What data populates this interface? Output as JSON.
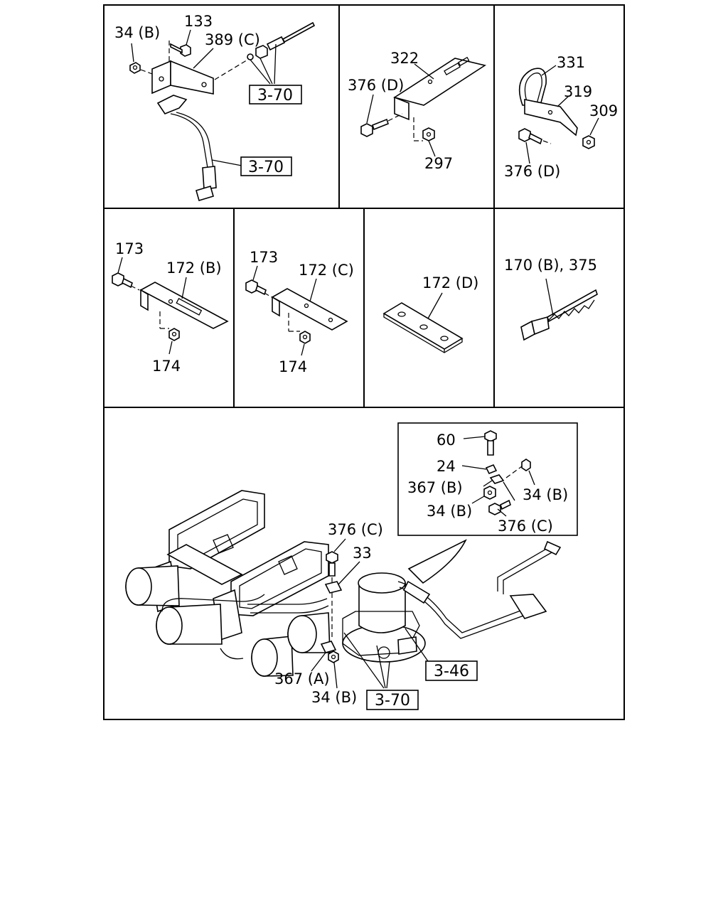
{
  "panels": {
    "p1": {
      "labels": [
        "34 (B)",
        "133",
        "389 (C)"
      ],
      "refs": [
        "3-70",
        "3-70"
      ]
    },
    "p2": {
      "labels": [
        "322",
        "376 (D)",
        "297"
      ]
    },
    "p3": {
      "labels": [
        "331",
        "319",
        "309",
        "376 (D)"
      ]
    },
    "p4": {
      "labels": [
        "173",
        "172 (B)",
        "174"
      ]
    },
    "p5": {
      "labels": [
        "173",
        "172 (C)",
        "174"
      ]
    },
    "p6": {
      "labels": [
        "172 (D)"
      ]
    },
    "p7": {
      "labels": [
        "170 (B), 375"
      ]
    },
    "main": {
      "inset_labels": [
        "60",
        "24",
        "367 (B)",
        "34 (B)",
        "34 (B)",
        "376 (C)"
      ],
      "labels": [
        "376 (C)",
        "33",
        "367 (A)",
        "34 (B)"
      ],
      "refs": [
        "3-46",
        "3-70"
      ]
    }
  }
}
